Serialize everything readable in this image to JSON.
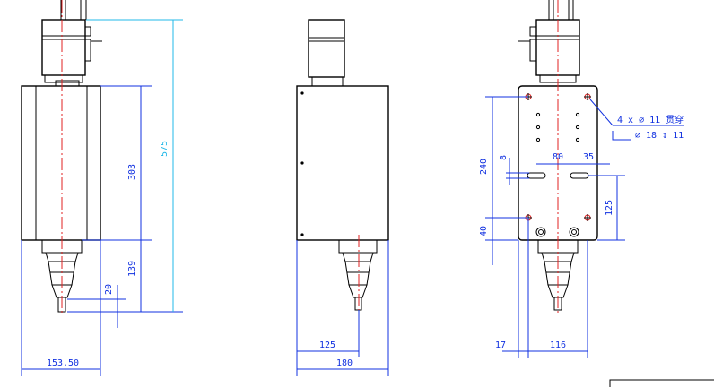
{
  "views": {
    "front": {
      "dims": {
        "width": "153.50",
        "h303": "303",
        "h575": "575",
        "h139": "139",
        "h20": "20"
      }
    },
    "side": {
      "dims": {
        "d125": "125",
        "d180": "180"
      }
    },
    "back": {
      "dims": {
        "d240": "240",
        "d8": "8",
        "d40": "40",
        "d80": "80",
        "d35": "35",
        "d125": "125",
        "d17": "17",
        "d116": "116"
      },
      "hole_note": {
        "line1": "4 x ∅ 11 贯穿",
        "line2": "∅ 18 ↧ 11"
      }
    }
  },
  "colors": {
    "dimension": "#1030e0",
    "extension": "#20b8e8",
    "centerline": "#e02020",
    "outline": "#000000"
  }
}
